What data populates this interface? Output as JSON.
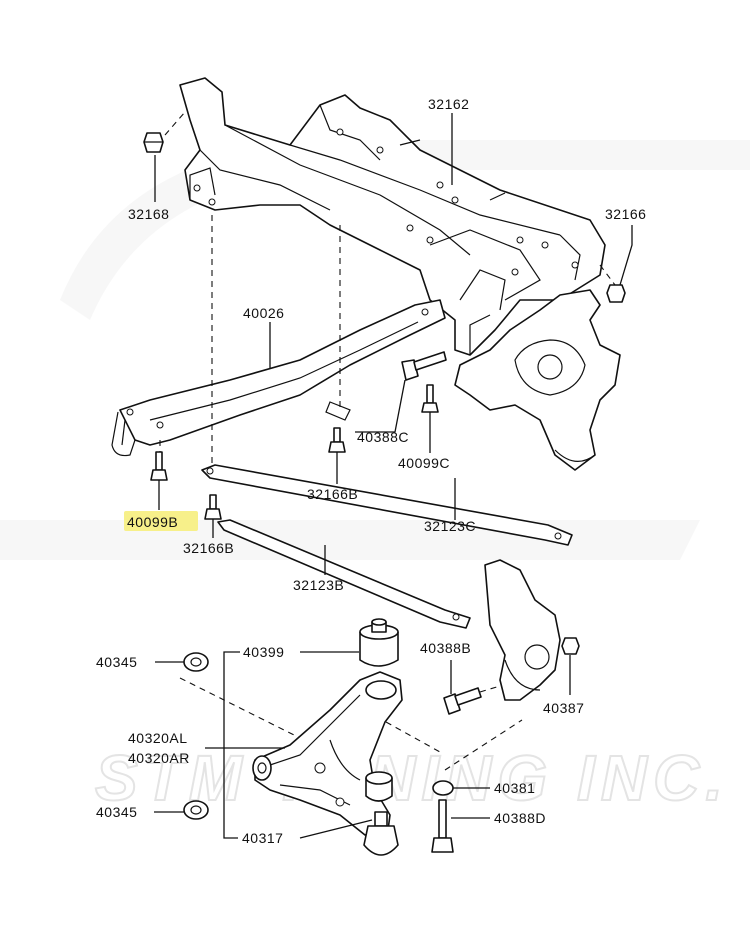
{
  "watermark": {
    "text": "STM TUNING INC."
  },
  "highlight_color": "#f7f08a",
  "labels": {
    "l32162": "32162",
    "l32168": "32168",
    "l32166": "32166",
    "l40026": "40026",
    "l40388C": "40388C",
    "l40099C": "40099C",
    "l32166B_1": "32166B",
    "l40099B": "40099B",
    "l32166B_2": "32166B",
    "l32123C": "32123C",
    "l32123B": "32123B",
    "l40345_1": "40345",
    "l40399": "40399",
    "l40388B": "40388B",
    "l40387": "40387",
    "l40320AL": "40320AL",
    "l40320AR": "40320AR",
    "l40381": "40381",
    "l40345_2": "40345",
    "l40317": "40317",
    "l40388D": "40388D"
  }
}
